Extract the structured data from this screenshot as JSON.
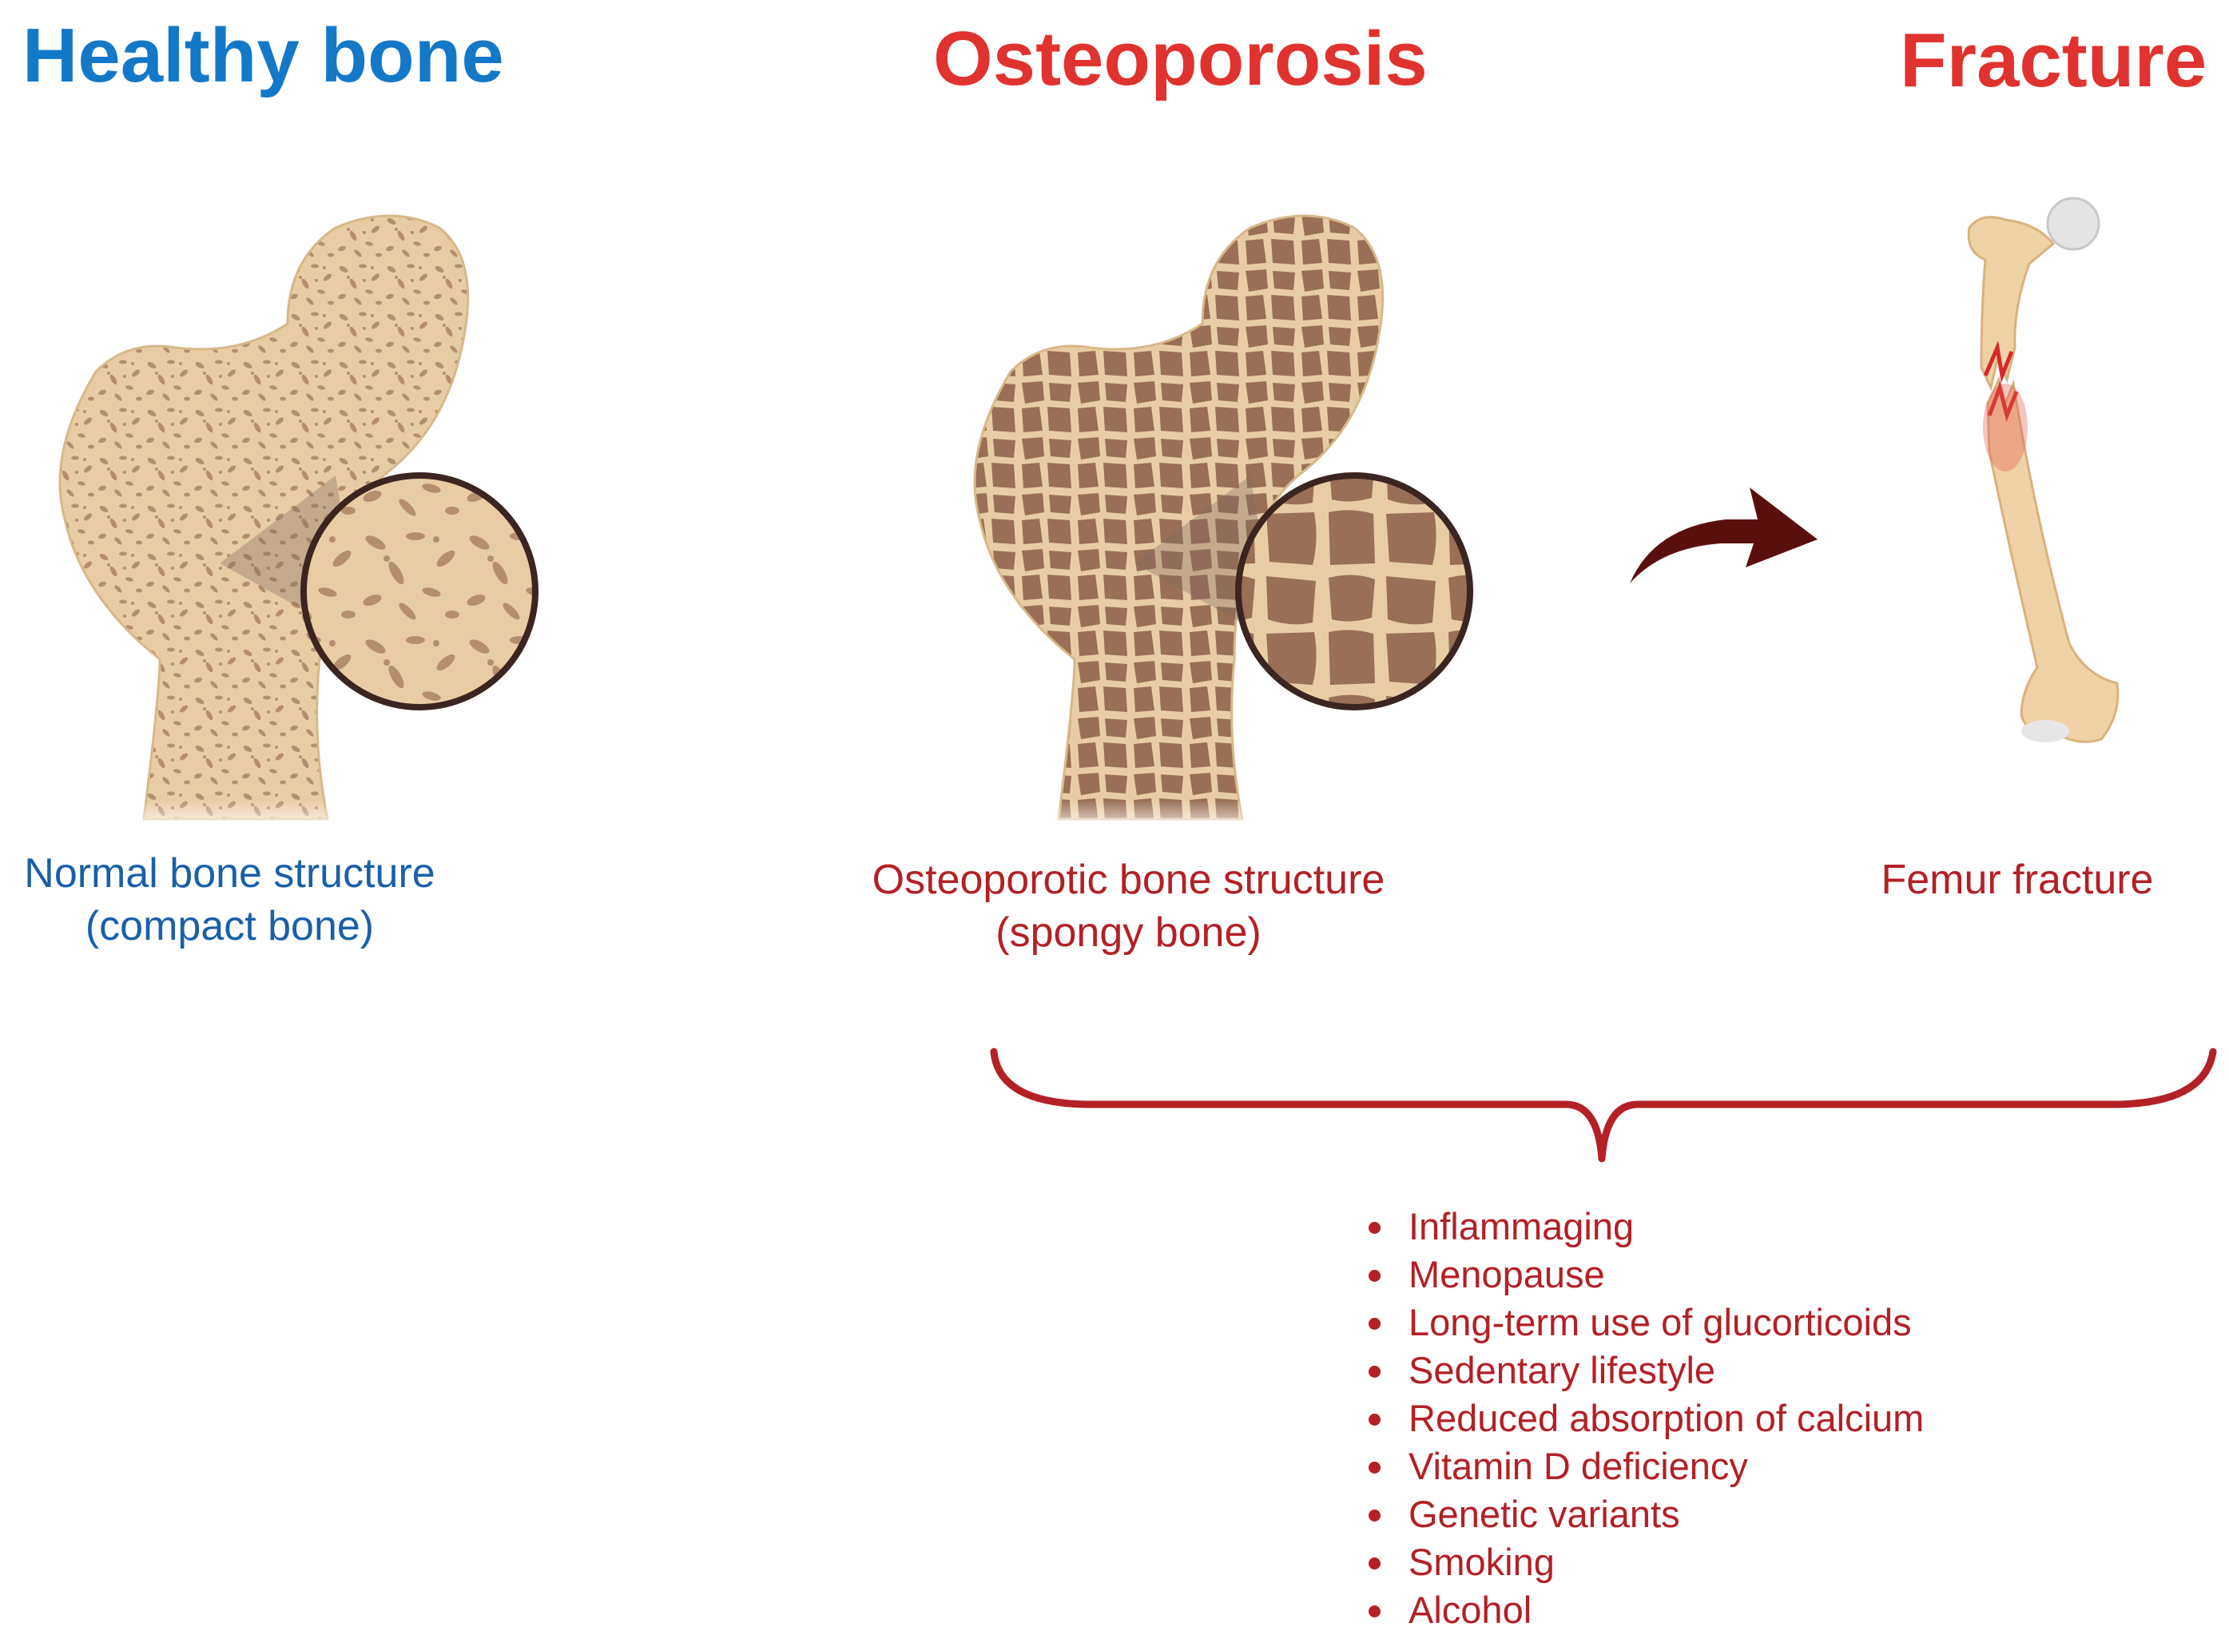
{
  "colors": {
    "healthy": "#1478c8",
    "healthy_caption": "#1a5fa8",
    "disease": "#e0322e",
    "disease_caption": "#b32025",
    "bone_light": "#e8cda4",
    "bone_dark": "#9a6f55",
    "arrow": "#5a0f0f"
  },
  "headings": {
    "healthy": "Healthy bone",
    "osteoporosis": "Osteoporosis",
    "fracture": "Fracture"
  },
  "captions": {
    "healthy_line1": "Normal bone structure",
    "healthy_line2": "(compact bone)",
    "osteoporosis_line1": "Osteoporotic bone structure",
    "osteoporosis_line2": "(spongy bone)",
    "fracture": "Femur fracture"
  },
  "risk_factors": [
    "Inflammaging",
    "Menopause",
    "Long-term use of glucorticoids",
    "Sedentary lifestyle",
    "Reduced absorption of calcium",
    "Vitamin D deficiency",
    "Genetic variants",
    "Smoking",
    "Alcohol"
  ]
}
